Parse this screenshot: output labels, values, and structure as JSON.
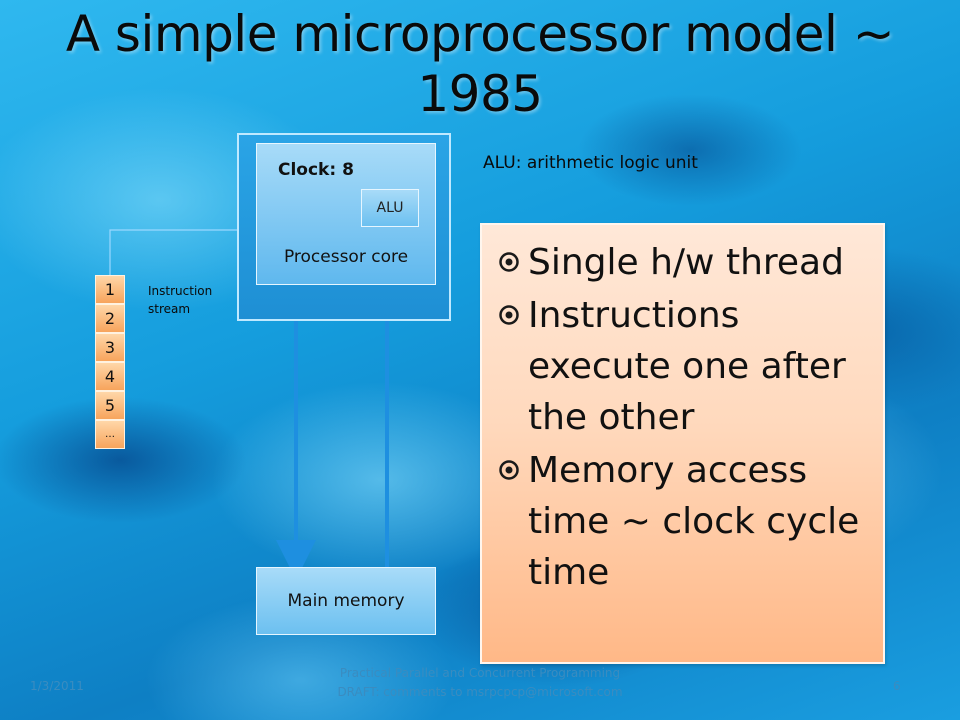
{
  "slide": {
    "title": "A simple microprocessor model ~ 1985"
  },
  "diagram": {
    "clock_label": "Clock: 8",
    "alu_label": "ALU",
    "core_label": "Processor core",
    "alu_note": "ALU: arithmetic logic unit",
    "memory_label": "Main memory",
    "stream_label": "Instruction stream",
    "instructions": [
      "1",
      "2",
      "3",
      "4",
      "5",
      "…"
    ]
  },
  "bullets": [
    "Single h/w thread",
    "Instructions execute one after the other",
    "Memory access time ~ clock cycle time"
  ],
  "footer": {
    "date": "1/3/2011",
    "center_line1": "Practical Parallel and Concurrent Programming",
    "center_line2": "DRAFT: comments to msrpcpcp@microsoft.com",
    "page": "6"
  },
  "colors": {
    "arrow": "#1e8fe0",
    "bullet_icon": "#1a1a1a"
  }
}
